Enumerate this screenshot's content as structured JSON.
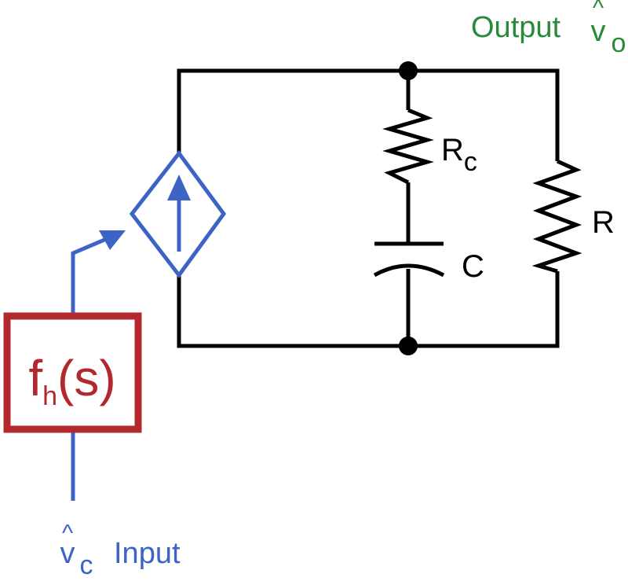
{
  "colors": {
    "wire": "#000000",
    "control": "#3d63c6",
    "block": "#b3282d",
    "output": "#2a8a3c"
  },
  "output": {
    "label": "Output",
    "symbol": "v",
    "hat": "^",
    "subscript": "o"
  },
  "input": {
    "label": "Input",
    "symbol": "v",
    "hat": "^",
    "subscript": "c"
  },
  "transfer_block": {
    "name": "f",
    "subscript": "h",
    "argument": "(s)"
  },
  "components": {
    "rc": {
      "symbol": "R",
      "subscript": "c"
    },
    "capacitor": {
      "symbol": "C"
    },
    "resistor": {
      "symbol": "R"
    }
  },
  "source": {
    "type": "dependent current source",
    "direction": "up"
  }
}
